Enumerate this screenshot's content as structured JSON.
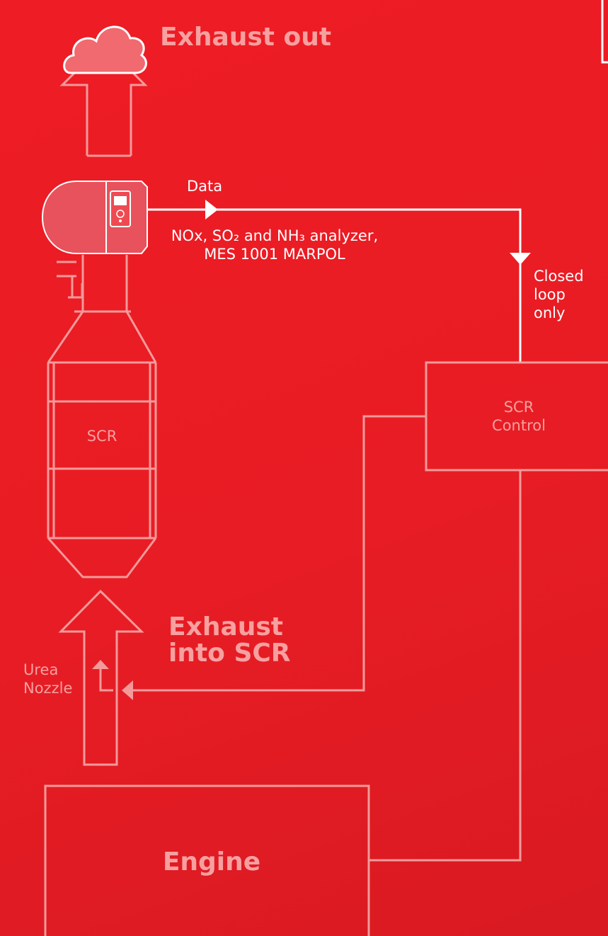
{
  "labels": {
    "exhaust_out": "Exhaust out",
    "data": "Data",
    "analyzer_line1": "NOx, SO₂ and NH₃ analyzer,",
    "analyzer_line2": "MES 1001 MARPOL",
    "closed_line1": "Closed",
    "closed_line2": "loop",
    "closed_line3": "only",
    "scr": "SCR",
    "scr_control_line1": "SCR",
    "scr_control_line2": "Control",
    "exhaust_into_line1": "Exhaust",
    "exhaust_into_line2": "into SCR",
    "urea_line1": "Urea",
    "urea_line2": "Nozzle",
    "engine": "Engine"
  },
  "colors": {
    "background": "#ee1c25",
    "outline": "#f49a9a",
    "data_line": "#ffffff",
    "analyzer_fill": "#e8525c"
  },
  "icons": {
    "cloud": "cloud-icon",
    "analyzer": "analyzer-device-icon",
    "arrow": "arrow-up-icon"
  }
}
